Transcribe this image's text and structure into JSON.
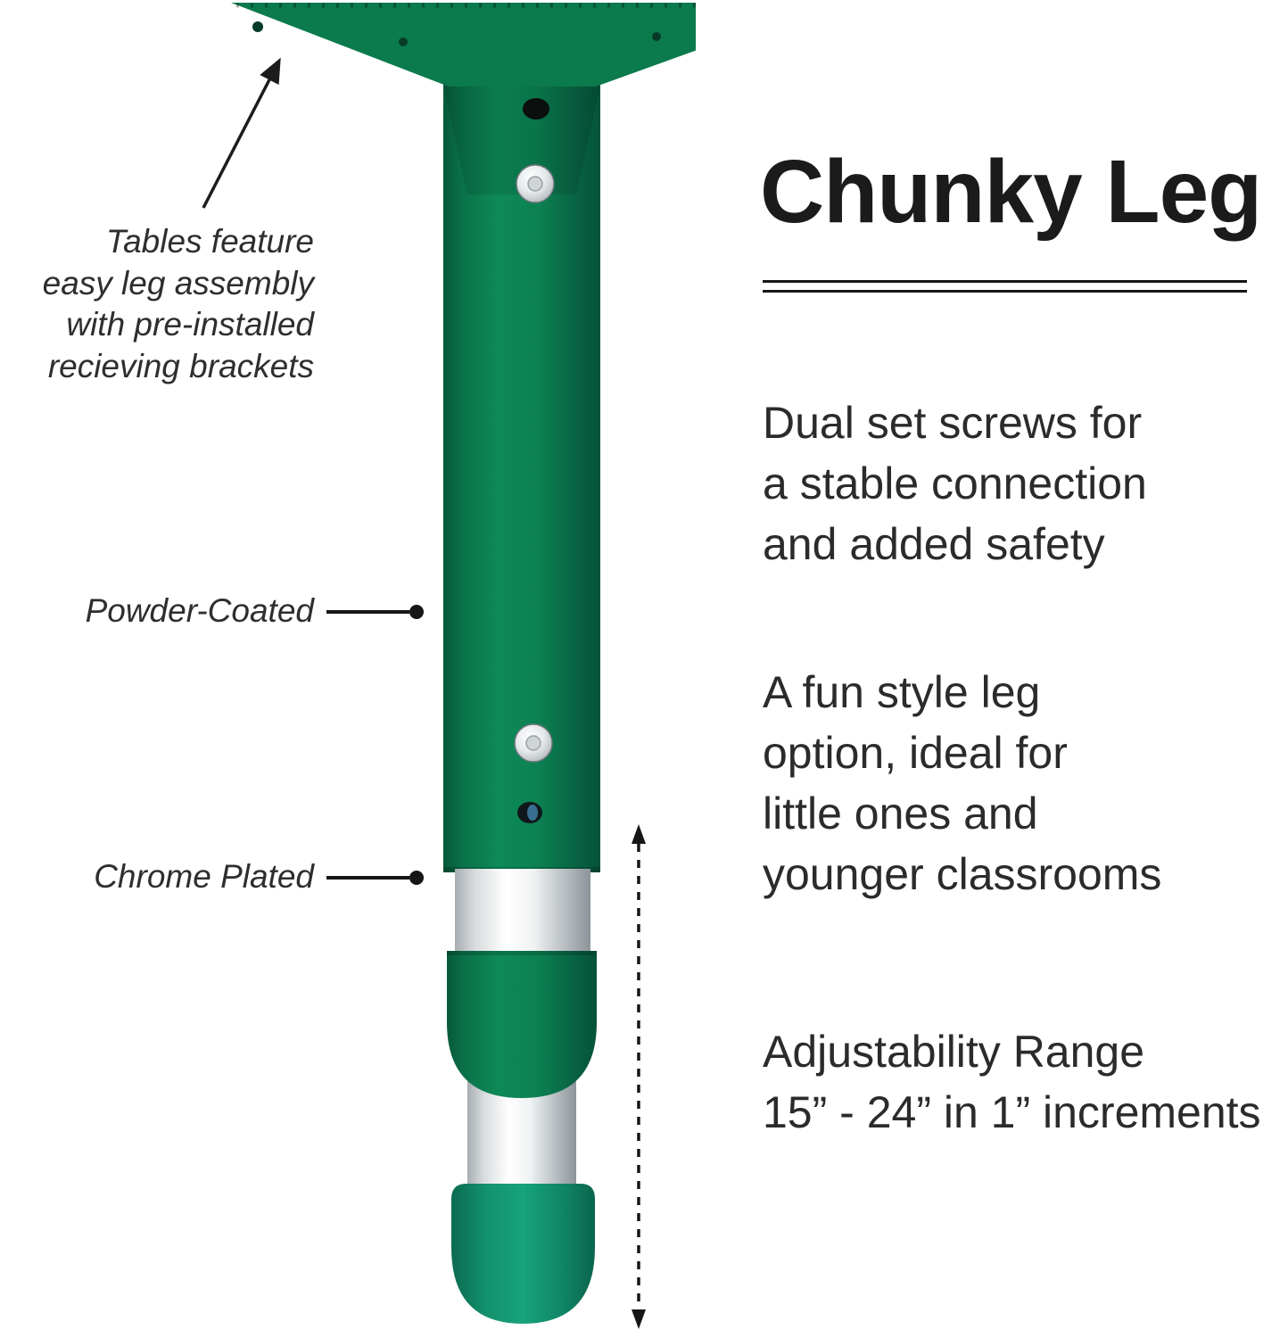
{
  "colors": {
    "leg_green": "#0B7A4C",
    "leg_green_dark": "#07603E",
    "foot_teal": "#149872",
    "chrome": "#D8DCDE",
    "line_dark": "#161616",
    "text_heading": "#1B1B1B",
    "text_body": "#2B2B2B"
  },
  "heading": {
    "title": "Chunky Leg"
  },
  "callouts": {
    "assembly_note": "Tables feature\neasy leg assembly\nwith pre-installed\nrecieving brackets",
    "powder_coated": "Powder-Coated",
    "chrome_plated": "Chrome Plated"
  },
  "features": {
    "dual_screws": "Dual set screws for\na stable connection\nand added safety",
    "fun_style": "A fun style leg\noption, ideal for\nlittle ones and\nyounger classrooms",
    "adjustability": "Adjustability Range\n15” - 24” in 1” increments"
  }
}
